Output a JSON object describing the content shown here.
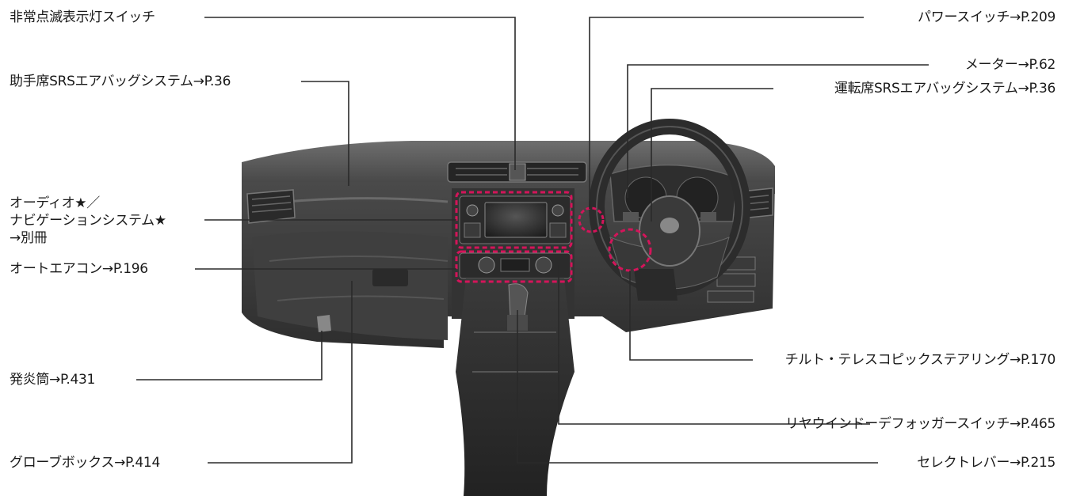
{
  "labels": {
    "hazard_switch": "非常点滅表示灯スイッチ",
    "passenger_airbag": "助手席SRSエアバッグシステム→P.36",
    "audio_line1": "オーディオ★／",
    "audio_line2": "ナビゲーションシステム★",
    "audio_line3": "→別冊",
    "auto_aircon": "オートエアコン→P.196",
    "flare": "発炎筒→P.431",
    "glove_box": "グローブボックス→P.414",
    "power_switch": "パワースイッチ→P.209",
    "meter": "メーター→P.62",
    "driver_airbag": "運転席SRSエアバッグシステム→P.36",
    "tilt_telescopic": "チルト・テレスコピックステアリング→P.170",
    "rear_defogger": "リヤウインドーデフォッガースイッチ→P.465",
    "select_lever": "セレクトレバー→P.215"
  },
  "colors": {
    "line": "#2a2a2a",
    "highlight": "#d4145a",
    "dash_dark": "#3c3c3c",
    "dash_mid": "#5a5a5a",
    "dash_light": "#7a7a7a"
  }
}
